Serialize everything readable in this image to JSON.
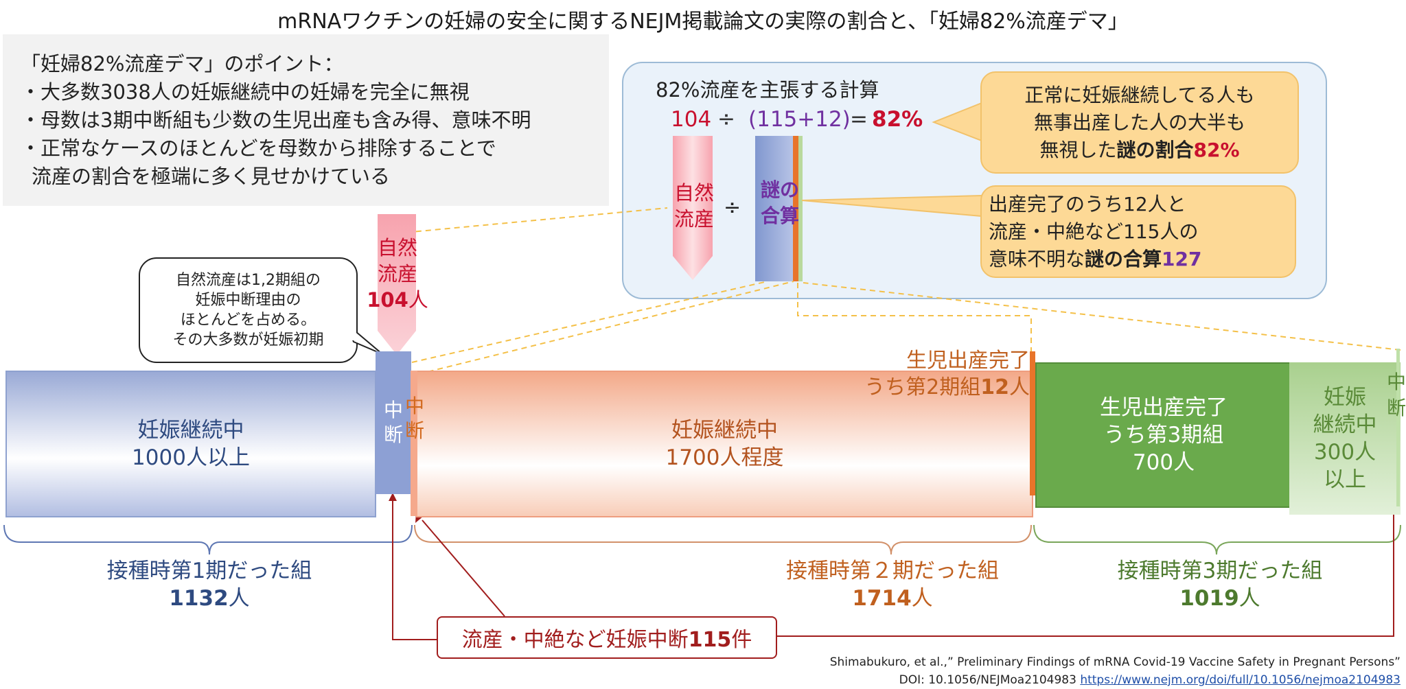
{
  "title": "mRNAワクチンの妊婦の安全に関するNEJM掲載論文の実際の割合と、「妊婦82%流産デマ」",
  "points": {
    "heading": "「妊婦82%流産デマ」のポイント：",
    "items": [
      "・大多数3038人の妊娠継続中の妊婦を完全に無視",
      "・母数は3期中断組も少数の生児出産も含み得、意味不明",
      "・正常なケースのほとんどを母数から排除することで",
      "流産の割合を極端に多く見せかけている"
    ]
  },
  "calc": {
    "title": "82%流産を主張する計算",
    "num": "104",
    "div": "÷",
    "denom": "(115+12)",
    "eq": "=",
    "result": "82%",
    "red_label_1": "自然",
    "red_label_2": "流産",
    "blue_label_1": "謎の",
    "blue_label_2": "合算",
    "divide_sign": "÷"
  },
  "callout_top": {
    "line1": "正常に妊娠継続してる人も",
    "line2": "無事出産した人の大半も",
    "line3_pre": "無視した",
    "line3_bold": "謎の割合",
    "line3_num": "82%"
  },
  "callout_mid": {
    "line1": "出産完了のうち12人と",
    "line2": "流産・中絶など115人の",
    "line3_pre": "意味不明な",
    "line3_bold": "謎の合算",
    "line3_num": "127"
  },
  "natural_miscarriage": {
    "line1": "自然",
    "line2": "流産",
    "num": "104",
    "unit": "人"
  },
  "speech": {
    "line1": "自然流産は1,2期組の",
    "line2": "妊娠中断理由の",
    "line3": "ほとんどを占める。",
    "line4": "その大多数が妊娠初期"
  },
  "bars": {
    "group1": {
      "line1": "妊娠継続中",
      "line2": "1000人以上"
    },
    "int1": {
      "line1": "中",
      "line2": "断"
    },
    "int2": {
      "line1": "中",
      "line2": "断"
    },
    "group2": {
      "line1": "妊娠継続中",
      "line2": "1700人程度"
    },
    "birth12": {
      "line1": "生児出産完了",
      "line2_pre": "うち第2期組",
      "num": "12",
      "unit": "人"
    },
    "birth3": {
      "line1": "生児出産完了",
      "line2": "うち第3期組",
      "line3": "700人"
    },
    "group3": {
      "line1": "妊娠",
      "line2": "継続中",
      "line3": "300人",
      "line4": "以上"
    },
    "int3": {
      "line1": "中",
      "line2": "断"
    }
  },
  "groups": [
    {
      "label": "接種時第1期だった組",
      "num": "1132",
      "unit": "人",
      "color": "#2e4a80"
    },
    {
      "label": "接種時第２期だった組",
      "num": "1714",
      "unit": "人",
      "color": "#c0601f"
    },
    {
      "label": "接種時第3期だった組",
      "num": "1019",
      "unit": "人",
      "color": "#4d7a2e"
    }
  ],
  "abort_box": {
    "pre": "流産・中絶など妊娠中断",
    "num": "115",
    "unit": "件"
  },
  "citation": {
    "line1": "Shimabukuro, et al.,” Preliminary Findings of mRNA Covid-19 Vaccine Safety in Pregnant Persons”",
    "doi": "DOI: 10.1056/NEJMoa2104983",
    "url": "https://www.nejm.org/doi/full/10.1056/nejmoa2104983"
  },
  "colors": {
    "red": "#c8102e",
    "purple": "#7030a0",
    "orange": "#c0601f",
    "green": "#4d7a2e",
    "blue": "#2e4a80"
  }
}
